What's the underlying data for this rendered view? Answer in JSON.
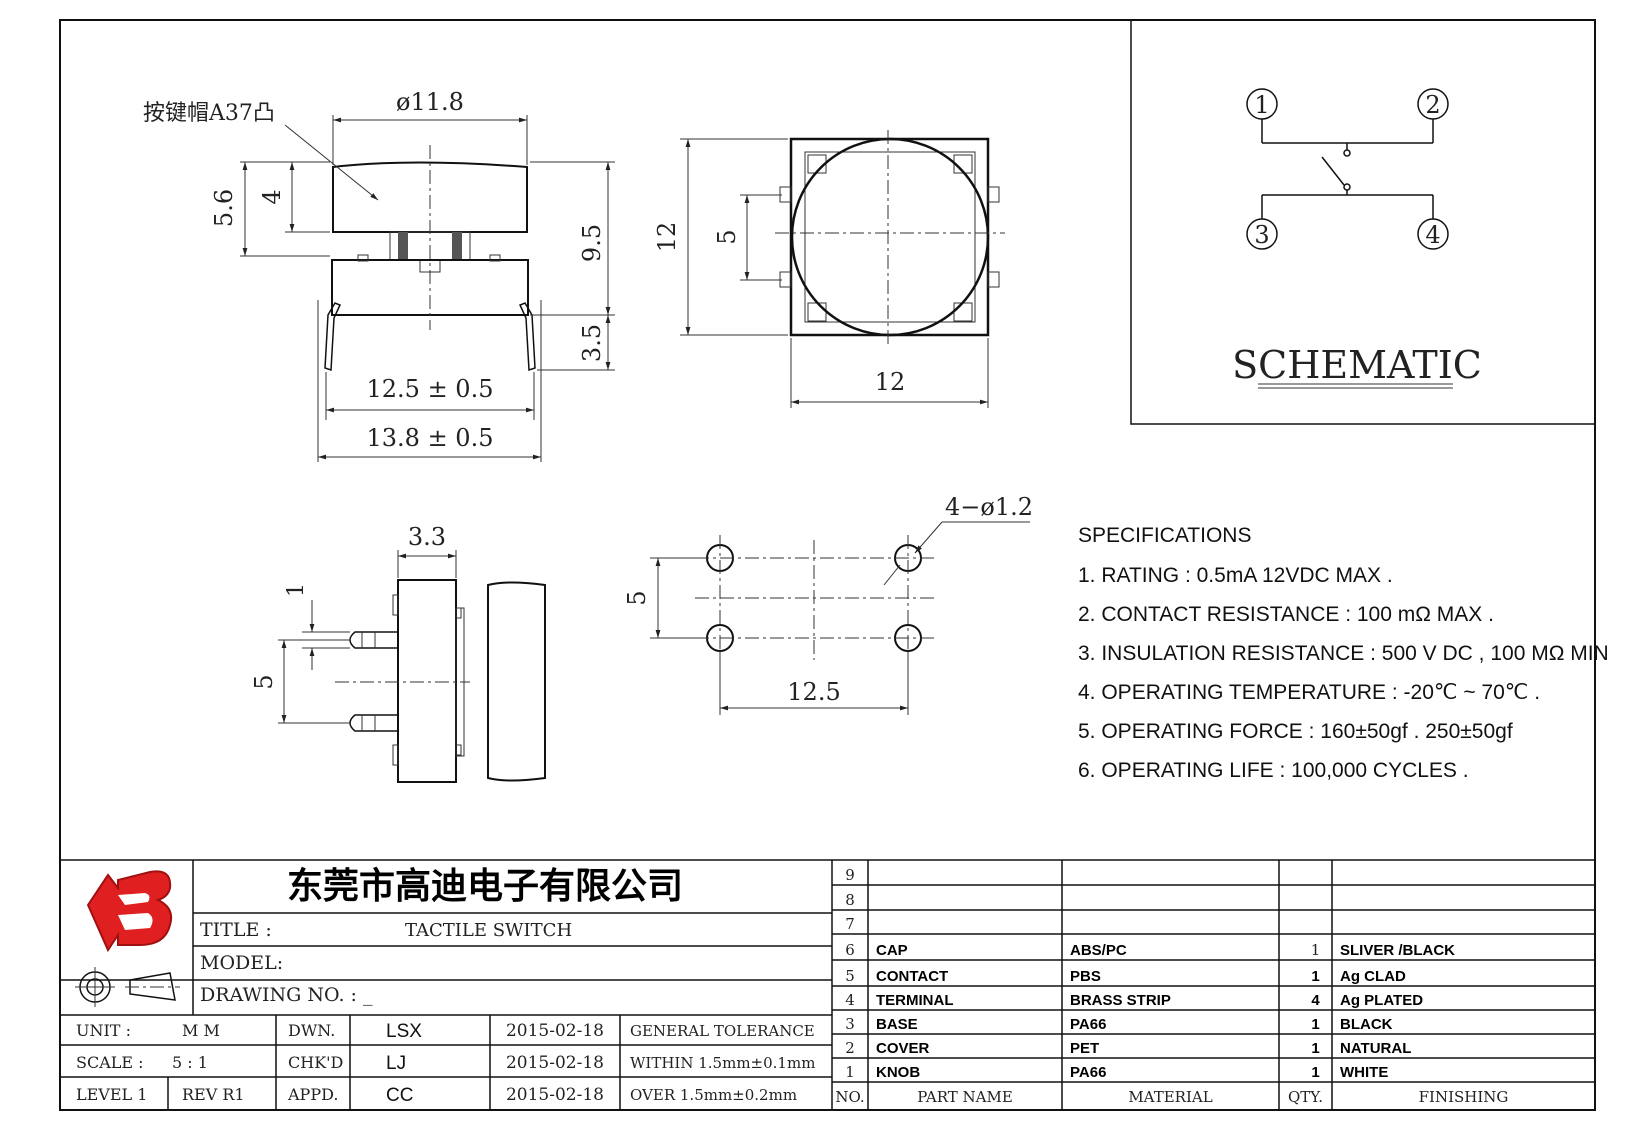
{
  "views": {
    "side": {
      "cap_label": "按键帽A37凸",
      "dim_diameter": "ø11.8",
      "dim_5_6": "5.6",
      "dim_4": "4",
      "dim_9_5": "9.5",
      "dim_3_5": "3.5",
      "dim_12_5": "12.5 ± 0.5",
      "dim_13_8": "13.8 ± 0.5"
    },
    "top": {
      "dim_12_h": "12",
      "dim_5": "5",
      "dim_12_w": "12"
    },
    "profile": {
      "dim_3_3": "3.3",
      "dim_1": "1",
      "dim_5": "5"
    },
    "holes": {
      "dim_holes": "4−ø1.2",
      "dim_5": "5",
      "dim_12_5": "12.5"
    }
  },
  "schematic": {
    "pins": [
      "1",
      "2",
      "3",
      "4"
    ],
    "title": "SCHEMATIC"
  },
  "specifications": {
    "heading": "SPECIFICATIONS",
    "items": [
      "1. RATING : 0.5mA 12VDC MAX .",
      "2. CONTACT RESISTANCE : 100 mΩ MAX .",
      "3. INSULATION RESISTANCE : 500 V DC , 100 MΩ MIN",
      "4. OPERATING TEMPERATURE : -20℃ ~ 70℃ .",
      "5. OPERATING FORCE : 160±50gf . 250±50gf",
      "6. OPERATING LIFE : 100,000 CYCLES ."
    ]
  },
  "title_block": {
    "company": "东莞市高迪电子有限公司",
    "title_label": "TITLE :",
    "title_value": "TACTILE SWITCH",
    "model_label": "MODEL:",
    "drawing_no_label": "DRAWING NO.  : _",
    "unit_label": "UNIT   :",
    "unit_value": "M M",
    "scale_label": "SCALE  :",
    "scale_value": "5 : 1",
    "level": "LEVEL 1",
    "rev": "REV  R1",
    "dwn_label": "DWN.",
    "dwn_name": "LSX",
    "dwn_date": "2015-02-18",
    "chk_label": "CHK'D",
    "chk_name": "LJ",
    "chk_date": "2015-02-18",
    "appd_label": "APPD.",
    "appd_name": "CC",
    "appd_date": "2015-02-18",
    "tolerance_title": "GENERAL TOLERANCE",
    "tolerance_within": "WITHIN 1.5mm±0.1mm",
    "tolerance_over": "OVER   1.5mm±0.2mm"
  },
  "bom": {
    "headers": {
      "no": "NO.",
      "part": "PART  NAME",
      "material": "MATERIAL",
      "qty": "QTY.",
      "finishing": "FINISHING"
    },
    "rows": [
      {
        "no": "9",
        "part": "",
        "material": "",
        "qty": "",
        "finishing": ""
      },
      {
        "no": "8",
        "part": "",
        "material": "",
        "qty": "",
        "finishing": ""
      },
      {
        "no": "7",
        "part": "",
        "material": "",
        "qty": "",
        "finishing": ""
      },
      {
        "no": "6",
        "part": "CAP",
        "material": "ABS/PC",
        "qty": "1",
        "finishing": "SLIVER /BLACK"
      },
      {
        "no": "5",
        "part": "CONTACT",
        "material": "PBS",
        "qty": "1",
        "finishing": "Ag CLAD"
      },
      {
        "no": "4",
        "part": "TERMINAL",
        "material": "BRASS STRIP",
        "qty": "4",
        "finishing": "Ag PLATED"
      },
      {
        "no": "3",
        "part": "BASE",
        "material": "PA66",
        "qty": "1",
        "finishing": "BLACK"
      },
      {
        "no": "2",
        "part": "COVER",
        "material": "PET",
        "qty": "1",
        "finishing": "NATURAL"
      },
      {
        "no": "1",
        "part": "KNOB",
        "material": "PA66",
        "qty": "1",
        "finishing": "WHITE"
      }
    ]
  },
  "colors": {
    "logo_red": "#e02020",
    "line": "#111111"
  }
}
